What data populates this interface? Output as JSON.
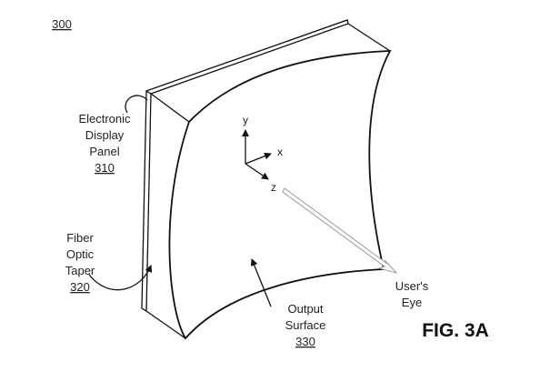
{
  "figure": {
    "ref_number": "300",
    "caption": "FIG. 3A"
  },
  "labels": {
    "display_panel": {
      "line1": "Electronic",
      "line2": "Display",
      "line3": "Panel",
      "ref": "310"
    },
    "fiber_taper": {
      "line1": "Fiber",
      "line2": "Optic",
      "line3": "Taper",
      "ref": "320"
    },
    "output_surface": {
      "line1": "Output",
      "line2": "Surface",
      "ref": "330"
    },
    "users_eye": {
      "line1": "User's",
      "line2": "Eye"
    }
  },
  "axes": {
    "x": "x",
    "y": "y",
    "z": "z"
  }
}
